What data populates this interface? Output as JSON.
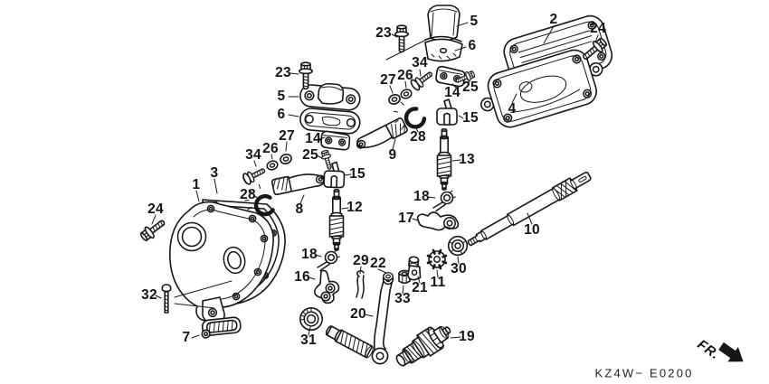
{
  "diagram": {
    "code": "KZ4W− E0200",
    "fr_label": "FR.",
    "colors": {
      "background": "#ffffff",
      "line": "#161616"
    },
    "labels": [
      {
        "text": "23"
      },
      {
        "text": "5"
      },
      {
        "text": "6"
      },
      {
        "text": "2"
      },
      {
        "text": "24"
      },
      {
        "text": "34"
      },
      {
        "text": "26"
      },
      {
        "text": "27"
      },
      {
        "text": "14"
      },
      {
        "text": "25"
      },
      {
        "text": "4"
      },
      {
        "text": "15"
      },
      {
        "text": "28"
      },
      {
        "text": "9"
      },
      {
        "text": "13"
      },
      {
        "text": "23"
      },
      {
        "text": "5"
      },
      {
        "text": "6"
      },
      {
        "text": "27"
      },
      {
        "text": "14"
      },
      {
        "text": "26"
      },
      {
        "text": "34"
      },
      {
        "text": "25"
      },
      {
        "text": "3"
      },
      {
        "text": "1"
      },
      {
        "text": "15"
      },
      {
        "text": "28"
      },
      {
        "text": "8"
      },
      {
        "text": "12"
      },
      {
        "text": "24"
      },
      {
        "text": "18"
      },
      {
        "text": "17"
      },
      {
        "text": "10"
      },
      {
        "text": "18"
      },
      {
        "text": "16"
      },
      {
        "text": "29"
      },
      {
        "text": "22"
      },
      {
        "text": "30"
      },
      {
        "text": "11"
      },
      {
        "text": "21"
      },
      {
        "text": "33"
      },
      {
        "text": "20"
      },
      {
        "text": "31"
      },
      {
        "text": "19"
      },
      {
        "text": "32"
      },
      {
        "text": "7"
      }
    ]
  }
}
